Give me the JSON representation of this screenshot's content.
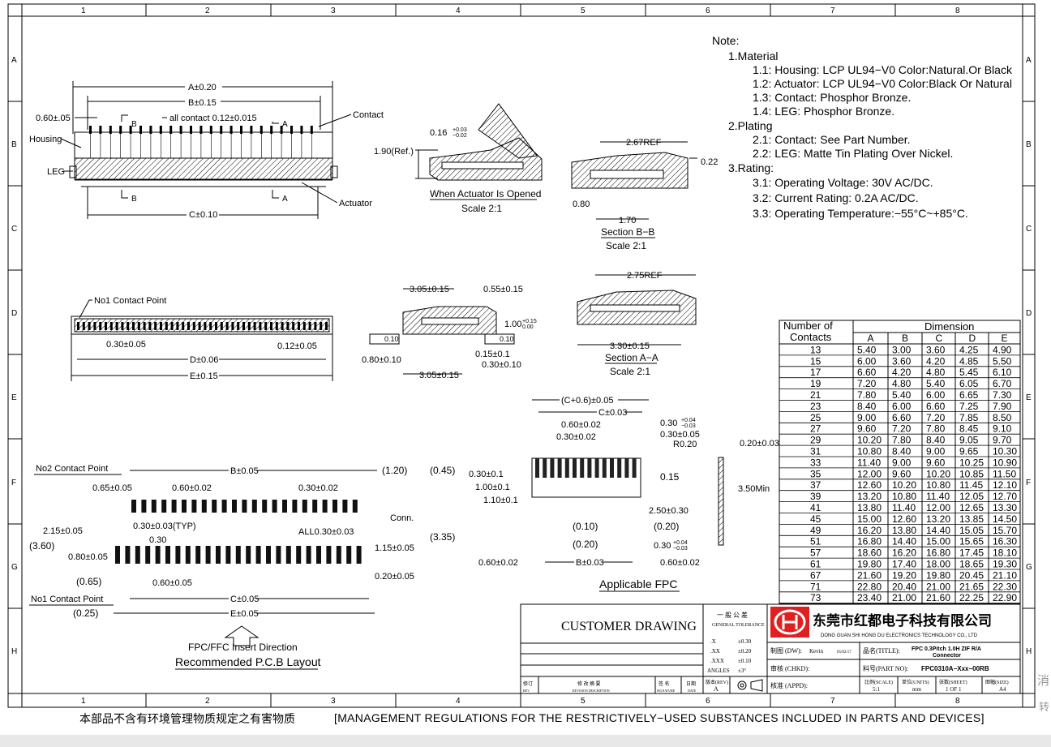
{
  "grid": {
    "cols": [
      "1",
      "2",
      "3",
      "4",
      "5",
      "6",
      "7",
      "8"
    ],
    "rows": [
      "A",
      "B",
      "C",
      "D",
      "E",
      "F",
      "G",
      "H"
    ]
  },
  "notes": {
    "title": "Note:",
    "lines": [
      "1.Material",
      "1.1: Housing: LCP UL94−V0 Color:Natural.Or Black",
      "1.2: Actuator: LCP UL94−V0 Color:Black Or Natural",
      "1.3: Contact: Phosphor Bronze.",
      "1.4: LEG: Phosphor Bronze.",
      "2.Plating",
      "2.1: Contact: See Part Number.",
      "2.2: LEG: Matte Tin Plating Over Nickel.",
      "3.Rating:",
      "3.1: Operating Voltage: 30V AC/DC.",
      "3.2: Current Rating: 0.2A AC/DC.",
      "3.3: Operating Temperature:−55°C~+85°C."
    ]
  },
  "top_view": {
    "A": "A±0.20",
    "B": "B±0.15",
    "C": "C±0.10",
    "pitch": "all contact 0.12±0.015",
    "p060": "0.60±.05",
    "housing": "Housing",
    "leg": "LEG",
    "contact": "Contact",
    "actuator": "Actuator",
    "secA": "A",
    "secB": "B"
  },
  "side_open": {
    "h": "1.90(Ref.)",
    "t": "0.16",
    "t_tol_up": "+0.03",
    "t_tol_dn": "−0.02",
    "cap": "When Actuator Is Opened",
    "scale": "Scale 2:1"
  },
  "section_bb": {
    "ref": "2.67REF",
    "v022": "0.22",
    "v080": "0.80",
    "v170": "1.70",
    "cap": "Section B−B",
    "scale": "Scale 2:1"
  },
  "front_view": {
    "no1": "No1 Contact Point",
    "p030": "0.30±0.05",
    "p012": "0.12±0.05",
    "D": "D±0.06",
    "E": "E±0.15"
  },
  "side_detail": {
    "v305a": "3.05±0.15",
    "v055": "0.55±0.15",
    "v100": "1.00",
    "v100_up": "+0.15",
    "v100_dn": "0.00",
    "f1": "0.10",
    "f2": "0.10",
    "v080": "0.80±0.10",
    "v015": "0.15±0.1",
    "v030": "0.30±0.10",
    "v305b": "3.05±0.15"
  },
  "section_aa": {
    "ref": "2.75REF",
    "v330": "3.30±0.15",
    "cap": "Section A−A",
    "scale": "Scale 2:1"
  },
  "table": {
    "h1": "Number of",
    "h2": "Contacts",
    "dim": "Dimension",
    "cols": [
      "A",
      "B",
      "C",
      "D",
      "E"
    ],
    "rows": [
      [
        "13",
        "5.40",
        "3.00",
        "3.60",
        "4.25",
        "4.90"
      ],
      [
        "15",
        "6.00",
        "3.60",
        "4.20",
        "4.85",
        "5.50"
      ],
      [
        "17",
        "6.60",
        "4.20",
        "4.80",
        "5.45",
        "6.10"
      ],
      [
        "19",
        "7.20",
        "4.80",
        "5.40",
        "6.05",
        "6.70"
      ],
      [
        "21",
        "7.80",
        "5.40",
        "6.00",
        "6.65",
        "7.30"
      ],
      [
        "23",
        "8.40",
        "6.00",
        "6.60",
        "7.25",
        "7.90"
      ],
      [
        "25",
        "9.00",
        "6.60",
        "7.20",
        "7.85",
        "8.50"
      ],
      [
        "27",
        "9.60",
        "7.20",
        "7.80",
        "8.45",
        "9.10"
      ],
      [
        "29",
        "10.20",
        "7.80",
        "8.40",
        "9.05",
        "9.70"
      ],
      [
        "31",
        "10.80",
        "8.40",
        "9.00",
        "9.65",
        "10.30"
      ],
      [
        "33",
        "11.40",
        "9.00",
        "9.60",
        "10.25",
        "10.90"
      ],
      [
        "35",
        "12.00",
        "9.60",
        "10.20",
        "10.85",
        "11.50"
      ],
      [
        "37",
        "12.60",
        "10.20",
        "10.80",
        "11.45",
        "12.10"
      ],
      [
        "39",
        "13.20",
        "10.80",
        "11.40",
        "12.05",
        "12.70"
      ],
      [
        "41",
        "13.80",
        "11.40",
        "12.00",
        "12.65",
        "13.30"
      ],
      [
        "45",
        "15.00",
        "12.60",
        "13.20",
        "13.85",
        "14.50"
      ],
      [
        "49",
        "16.20",
        "13.80",
        "14.40",
        "15.05",
        "15.70"
      ],
      [
        "51",
        "16.80",
        "14.40",
        "15.00",
        "15.65",
        "16.30"
      ],
      [
        "57",
        "18.60",
        "16.20",
        "16.80",
        "17.45",
        "18.10"
      ],
      [
        "61",
        "19.80",
        "17.40",
        "18.00",
        "18.65",
        "19.30"
      ],
      [
        "67",
        "21.60",
        "19.20",
        "19.80",
        "20.45",
        "21.10"
      ],
      [
        "71",
        "22.80",
        "20.40",
        "21.00",
        "21.65",
        "22.30"
      ],
      [
        "73",
        "23.40",
        "21.00",
        "21.60",
        "22.25",
        "22.90"
      ]
    ]
  },
  "pcb": {
    "no2": "No2 Contact Point",
    "v065": "0.65±0.05",
    "v060a": "0.60±0.02",
    "B": "B±0.05",
    "v030a": "0.30±0.02",
    "v120": "(1.20)",
    "v045": "(0.45)",
    "v215": "2.15±0.05",
    "v030typ": "0.30±0.03(TYP)",
    "v030": "0.30",
    "conn": "Conn.",
    "all030": "ALL0.30±0.03",
    "v335": "(3.35)",
    "v360": "(3.60)",
    "v080": "0.80±0.05",
    "v115": "1.15±0.05",
    "v020": "0.20±0.05",
    "v065b": "(0.65)",
    "v060b": "0.60±0.05",
    "no1": "No1 Contact Point",
    "C": "C±0.05",
    "v025": "(0.25)",
    "E": "E±0.05",
    "insert": "FPC/FFC Insert Direction",
    "cap": "Recommended P.C.B Layout"
  },
  "fpc": {
    "c06": "(C+0.6)±0.05",
    "c": "C±0.03",
    "v060": "0.60±0.02",
    "v030": "0.30±0.02",
    "v030b": "0.30",
    "v030b_up": "+0.04",
    "v030b_dn": "−0.03",
    "v030c": "0.30±0.05",
    "r020": "R0.20",
    "v020": "0.20±0.03",
    "v030l": "0.30±0.1",
    "v100": "1.00±0.1",
    "v110": "1.10±0.1",
    "v015": "0.15",
    "v350": "3.50Min",
    "v250": "2.50±0.30",
    "v010": "(0.10)",
    "v020b": "(0.20)",
    "v020c": "(0.20)",
    "v030d": "0.30",
    "v030d_up": "+0.04",
    "v030d_dn": "−0.03",
    "v060l": "0.60±0.02",
    "B": "B±0.03",
    "v060r": "0.60±0.02",
    "cap": "Applicable  FPC"
  },
  "title_block": {
    "custom": "CUSTOMER DRAWING",
    "tol_title": "一 般 公 差",
    "tol_sub": "GENERAL TOLERANCE",
    "tol_rows": [
      [
        ".X",
        "±0.30"
      ],
      [
        ".XX",
        "±0.20"
      ],
      [
        ".XXX",
        "±0.10"
      ],
      [
        "ANGLES",
        "±3°"
      ]
    ],
    "company_zh": "东莞市红都电子科技有限公司",
    "company_en": "DONG GUAN SHI HONG DU ELECTRONICS TECHNOLOGY CO., LTD",
    "draw_lbl": "制图 (DW):",
    "draw_name": "Kevin",
    "draw_date": "05/02/17",
    "title_lbl": "品名(TITLE):",
    "title_val1": "FPC 0.3Pitch 1.0H ZIF R/A",
    "title_val2": "Connector",
    "check_lbl": "审核 (CHKD):",
    "pn_lbl": "料号(PART NO):",
    "pn_val": "FPC0310A−Xxx−00RB",
    "appr_lbl": "核准 (APPD):",
    "ver_lbl": "版本(REV)",
    "ver_val": "A",
    "scale_lbl": "比例(SCALE)",
    "scale_val": "5:1",
    "unit_lbl": "单位(UNITS)",
    "unit_val": "mm",
    "sheet_lbl": "张数(SHEET)",
    "sheet_val": "1 OF 1",
    "size_lbl": "图幅(SIZE)",
    "size_val": "A4",
    "rev_cols": [
      "修订",
      "修 改 摘 要",
      "签 名",
      "日期"
    ],
    "rev_cols_en": [
      "REV",
      "REVISION DESCRIPTION",
      "SIGNATURE",
      "DATE"
    ]
  },
  "footer": {
    "zh": "本部品不含有环境管理物质规定之有害物质",
    "en": "[MANAGEMENT REGULATIONS FOR THE RESTRICTIVELY−USED SUBSTANCES INCLUDED IN PARTS AND DEVICES]"
  },
  "side_chars": {
    "c1": "消",
    "c2": "转"
  }
}
